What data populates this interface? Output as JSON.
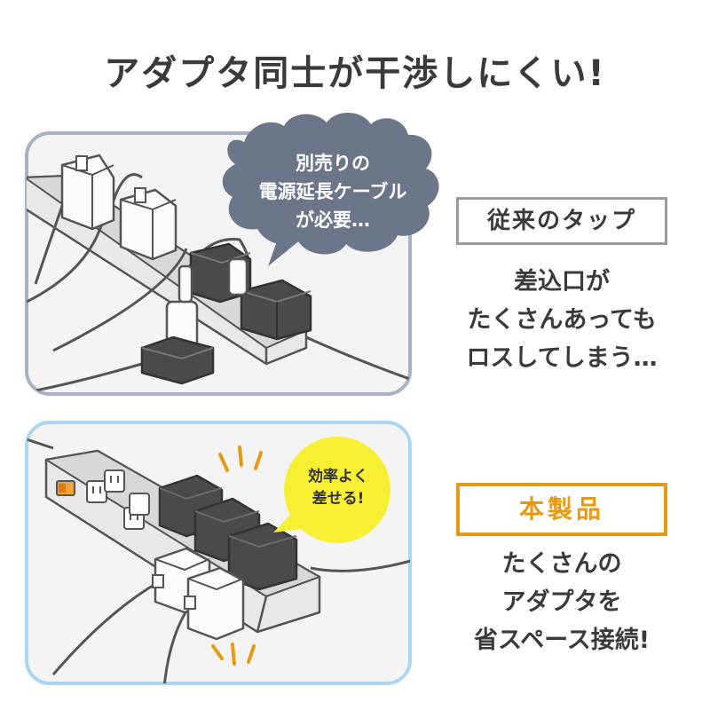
{
  "title": "アダプタ同士が干渉しにくい!",
  "old_product": {
    "label": "従来のタップ",
    "description": [
      "差込口が",
      "たくさんあっても",
      "ロスしてしまう…"
    ],
    "bubble": [
      "別売りの",
      "電源延長ケーブル",
      "が必要…"
    ]
  },
  "new_product": {
    "label": "本製品",
    "description": [
      "たくさんの",
      "アダプタを",
      "省スペース接続!"
    ],
    "bubble": [
      "効率よく",
      "差せる!"
    ]
  },
  "colors": {
    "old_frame": "#a9b2c3",
    "new_frame": "#a9d7ef",
    "bubble_dark": "#6b7789",
    "bubble_yellow": "#f7ef34",
    "accent_orange": "#e79a10",
    "adapter_dark": "#4a4a4a"
  }
}
